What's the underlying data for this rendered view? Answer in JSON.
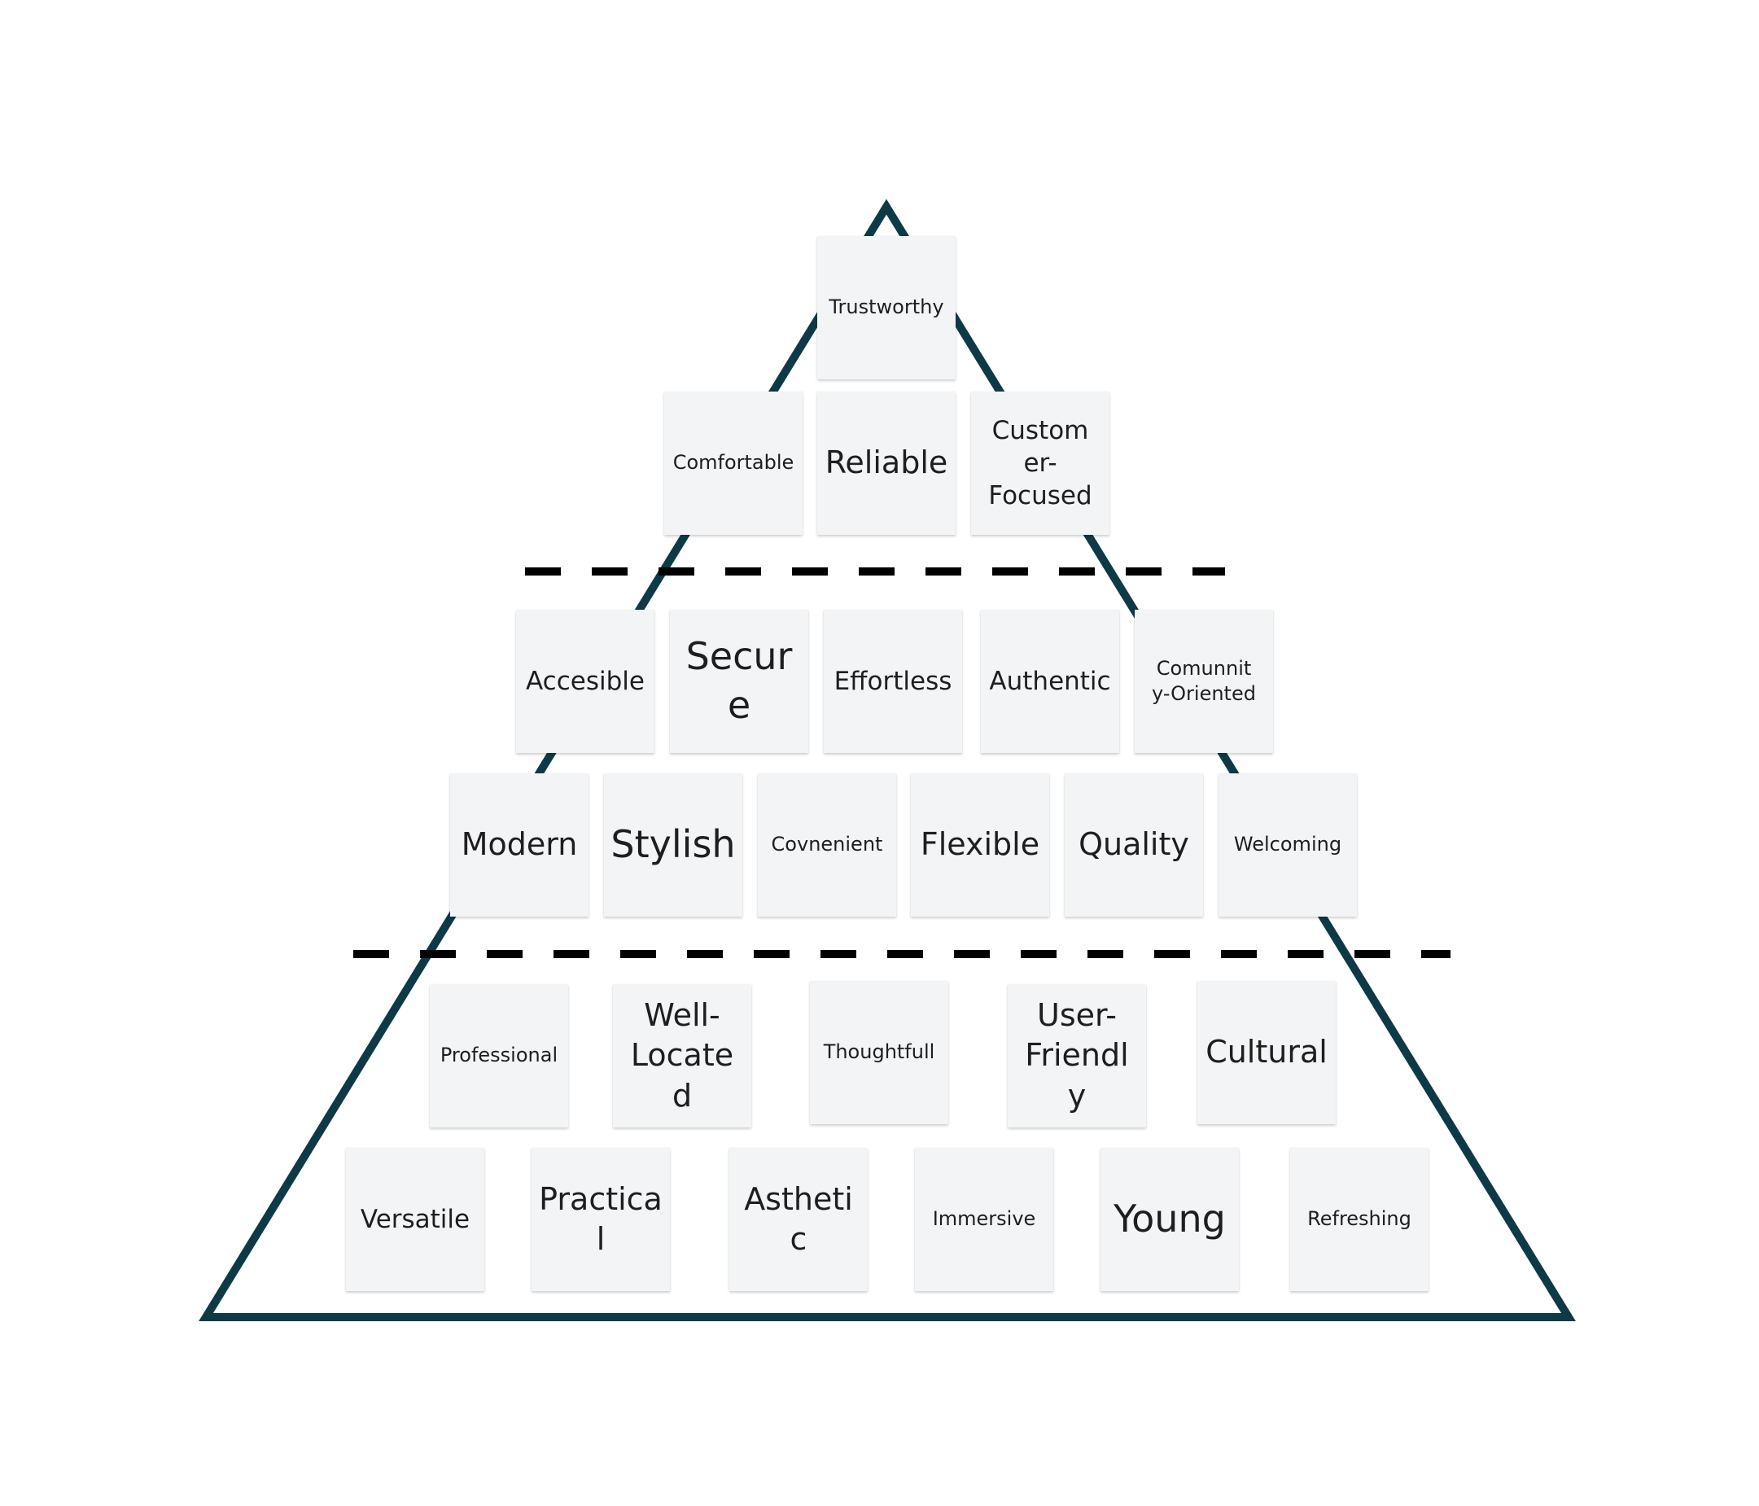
{
  "colors": {
    "pyramid_stroke": "#0e3a47",
    "divider": "#000000",
    "note_fill": "#f3f4f6",
    "text": "#1e1e1e"
  },
  "tiers": [
    {
      "rows": [
        [
          "Trustworthy"
        ],
        [
          "Comfortable",
          "Reliable",
          "Customer-Focused"
        ]
      ]
    },
    {
      "rows": [
        [
          "Accesible",
          "Secure",
          "Effortless",
          "Authentic",
          "Comunnity-Oriented"
        ],
        [
          "Modern",
          "Stylish",
          "Covnenient",
          "Flexible",
          "Quality",
          "Welcoming"
        ]
      ]
    },
    {
      "rows": [
        [
          "Professional",
          "Well-Located",
          "Thoughtfull",
          "User-Friendly",
          "Cultural"
        ],
        [
          "Versatile",
          "Practical",
          "Asthetic",
          "Immersive",
          "Young",
          "Refreshing"
        ]
      ]
    }
  ]
}
